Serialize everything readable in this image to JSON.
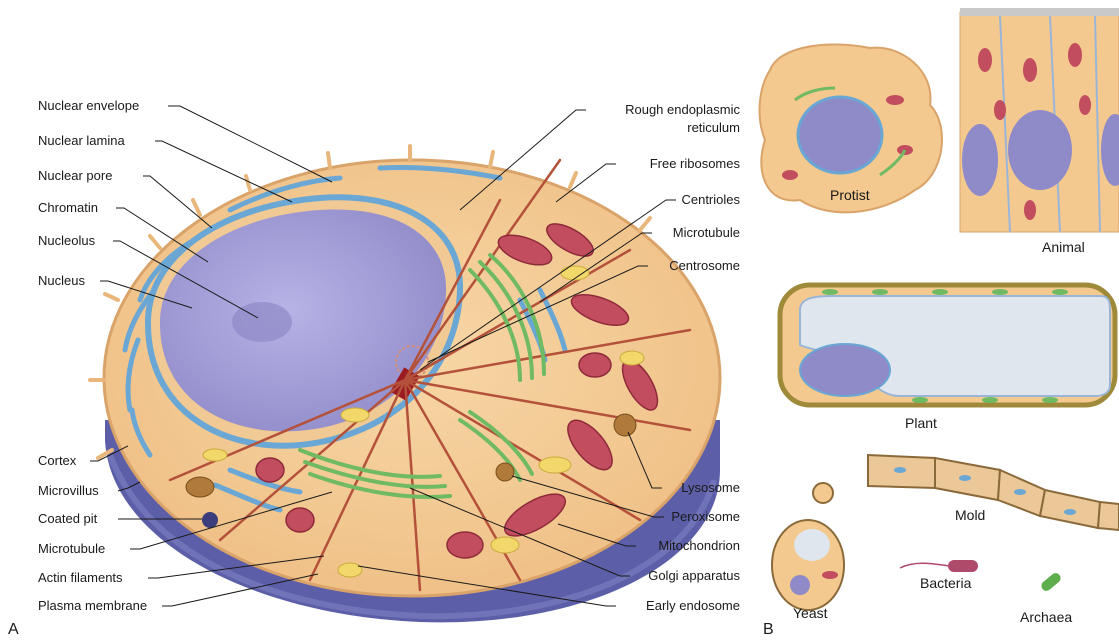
{
  "panel_a": {
    "letter": "A",
    "labels_left": {
      "nuclear_envelope": "Nuclear envelope",
      "nuclear_lamina": "Nuclear lamina",
      "nuclear_pore": "Nuclear pore",
      "chromatin": "Chromatin",
      "nucleolus": "Nucleolus",
      "nucleus": "Nucleus",
      "cortex": "Cortex",
      "microvillus": "Microvillus",
      "coated_pit": "Coated pit",
      "microtubule": "Microtubule",
      "actin_filaments": "Actin filaments",
      "plasma_membrane": "Plasma membrane"
    },
    "labels_right": {
      "rough_er_line1": "Rough endoplasmic",
      "rough_er_line2": "reticulum",
      "free_ribosomes": "Free ribosomes",
      "centrioles": "Centrioles",
      "microtubule": "Microtubule",
      "centrosome": "Centrosome",
      "lysosome": "Lysosome",
      "peroxisome": "Peroxisome",
      "mitochondrion": "Mitochondrion",
      "golgi_apparatus": "Golgi apparatus",
      "early_endosome": "Early endosome"
    }
  },
  "panel_b": {
    "letter": "B",
    "cells": {
      "protist": "Protist",
      "animal": "Animal",
      "plant": "Plant",
      "mold": "Mold",
      "yeast": "Yeast",
      "bacteria": "Bacteria",
      "archaea": "Archaea"
    }
  },
  "colors": {
    "cytoplasm": "#f3c98f",
    "nucleus": "#a7a3d9",
    "mitochondria": "#c24d5e",
    "golgi": "#6fba62",
    "er": "#6aa7d4",
    "base": "#5c5fa8"
  }
}
